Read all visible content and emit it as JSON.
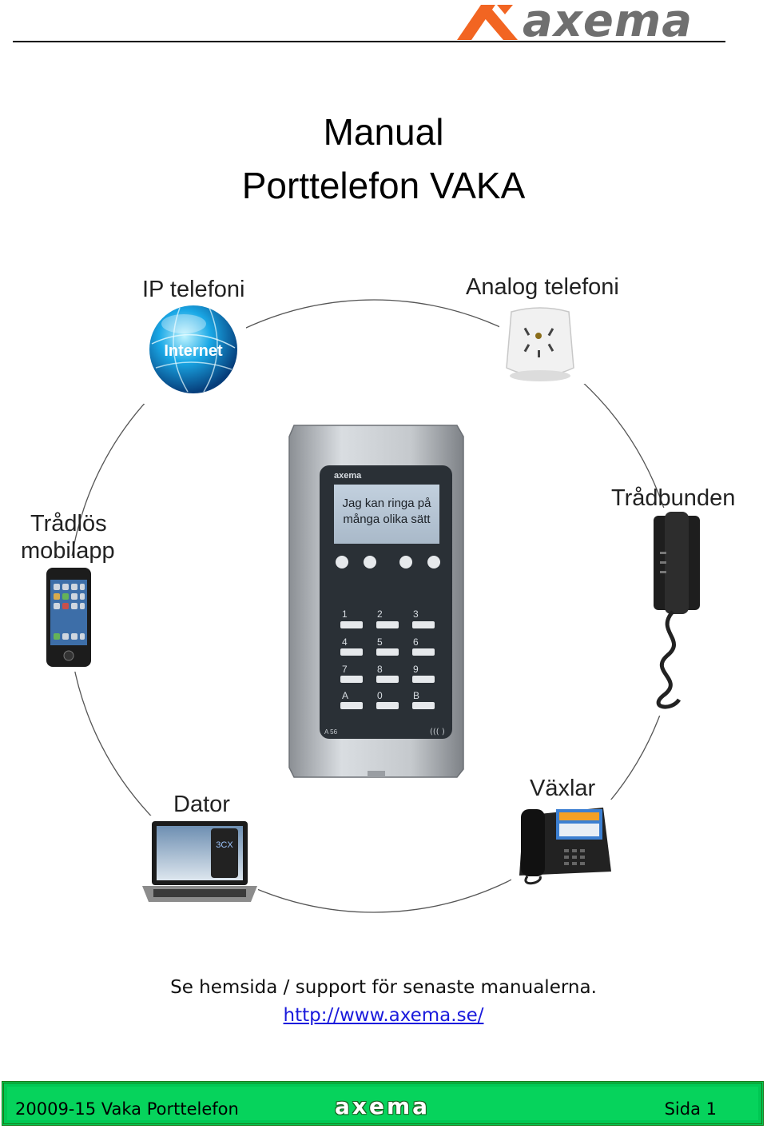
{
  "header": {
    "logo_text": "axema",
    "logo_colors": {
      "mark": "#f26522",
      "text": "#6f6f6f"
    }
  },
  "title": {
    "line1": "Manual",
    "line2": "Porttelefon VAKA"
  },
  "diagram": {
    "labels": {
      "ip": "IP telefoni",
      "analog": "Analog telefoni",
      "wired": "Trådbunden",
      "wireless": [
        "Trådlös",
        "mobilapp"
      ],
      "computer": "Dator",
      "pbx": "Växlar"
    },
    "globe_text": "Internet",
    "device": {
      "brand": "axema",
      "screen_lines": [
        "Jag kan ringa på",
        "många olika sätt"
      ],
      "keys": [
        "1",
        "2",
        "3",
        "4",
        "5",
        "6",
        "7",
        "8",
        "9",
        "A",
        "0",
        "B"
      ],
      "model": "A 56"
    },
    "laptop_screen_text": "3CX"
  },
  "note": {
    "line1": "Se hemsida / support för senaste manualerna.",
    "link": "http://www.axema.se/"
  },
  "footer": {
    "left": "20009-15 Vaka Porttelefon",
    "center": "axema",
    "right": "Sida 1"
  }
}
